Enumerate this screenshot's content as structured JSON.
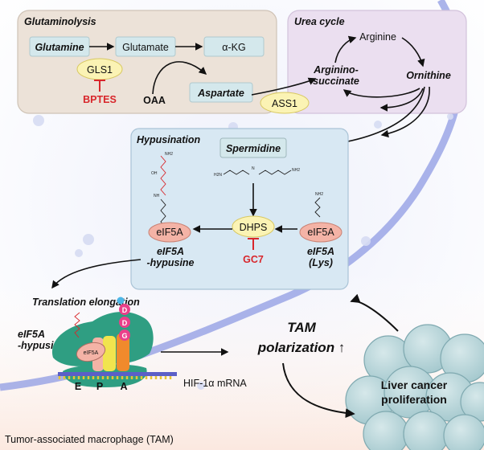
{
  "sections": {
    "glutaminolysis": "Glutaminolysis",
    "urea_cycle": "Urea cycle",
    "hypusination": "Hypusination",
    "translation": "Translation elongation"
  },
  "nodes": {
    "glutamine": "Glutamine",
    "glutamate": "Glutamate",
    "akg": "α-KG",
    "gls1": "GLS1",
    "bptes": "BPTES",
    "oaa": "OAA",
    "aspartate": "Aspartate",
    "ass1": "ASS1",
    "arginine": "Arginine",
    "argsucc1": "Arginino-",
    "argsucc2": "succinate",
    "ornithine": "Ornithine",
    "spermidine": "Spermidine",
    "eif5a_hyp": "eIF5A",
    "eif5a_hyp_l1": "eIF5A",
    "eif5a_hyp_l2": "-hypusine",
    "dhps": "DHPS",
    "gc7": "GC7",
    "eif5a_lys": "eIF5A",
    "eif5a_lys_l1": "eIF5A",
    "eif5a_lys_l2": "(Lys)",
    "eif5a_trans_l1": "eIF5A",
    "eif5a_trans_l2": "-hypusine",
    "ribo_eif5a": "eIF5A",
    "site_e": "E",
    "site_p": "P",
    "site_a": "A",
    "aa_d1": "D",
    "aa_d2": "D",
    "aa_g": "G",
    "mrna": "HIF-1α mRNA",
    "tam1": "TAM",
    "tam2": "polarization ↑",
    "liver1": "Liver cancer",
    "liver2": "proliferation",
    "macrophage": "Tumor-associated macrophage (TAM)",
    "nh2": "NH2",
    "oh": "OH",
    "nh": "NH",
    "h2n": "H2N",
    "n": "N",
    "nh2b": "NH2",
    "nh2c": "NH2"
  }
}
